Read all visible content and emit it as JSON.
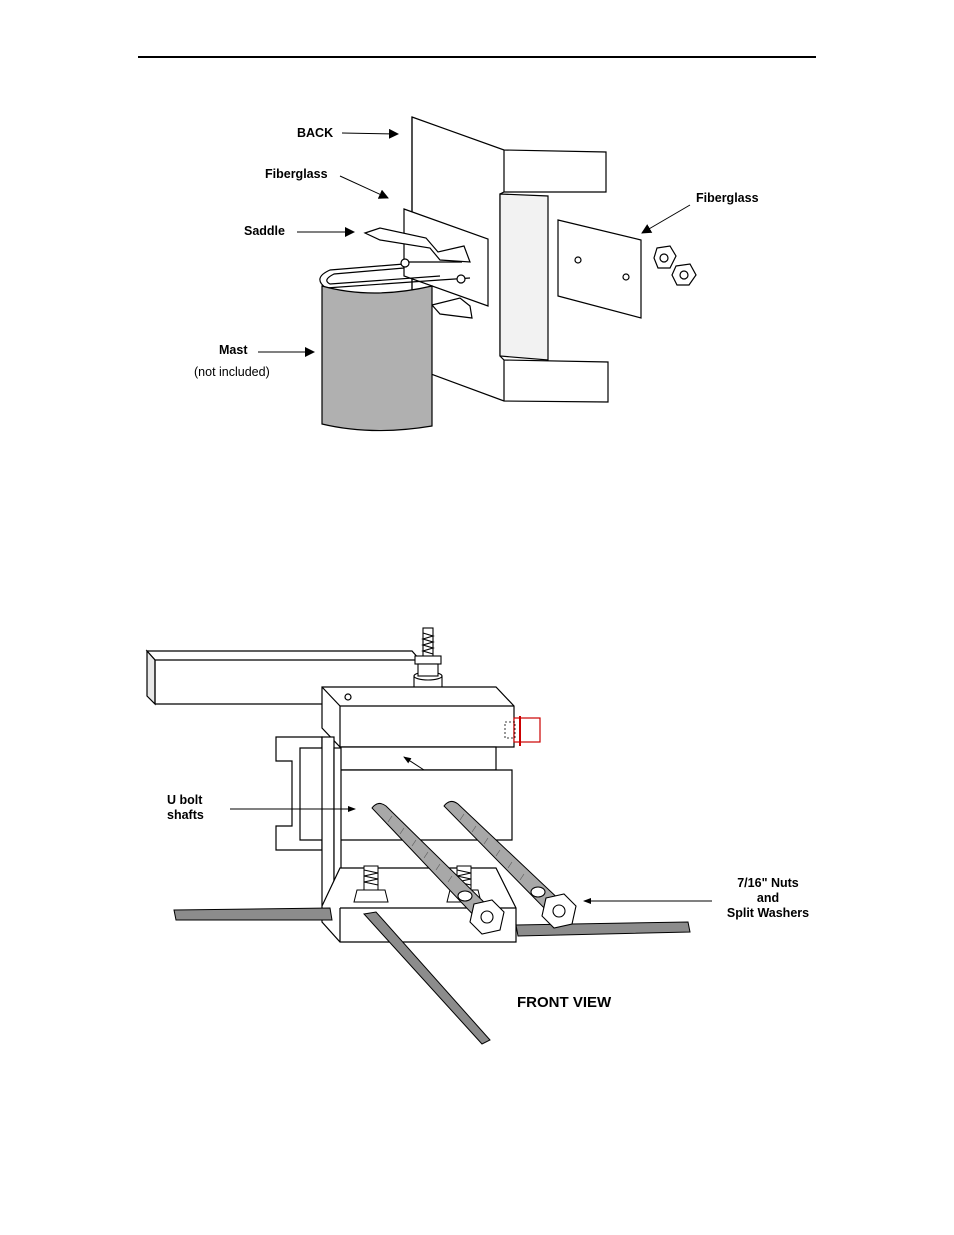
{
  "diagram_top": {
    "labels": {
      "back": "BACK",
      "fiberglass_left": "Fiberglass",
      "fiberglass_right": "Fiberglass",
      "saddle": "Saddle",
      "mast": "Mast",
      "mast_note": "(not included)"
    }
  },
  "diagram_bottom": {
    "labels": {
      "u_bolt_line1": "U bolt",
      "u_bolt_line2": "shafts",
      "nuts_line1": "7/16\" Nuts",
      "nuts_line2": "and",
      "nuts_line3": "Split Washers",
      "view_title": "FRONT VIEW"
    }
  },
  "colors": {
    "line": "#000000",
    "mast_fill": "#b0b0b0",
    "shaft_fill": "#8c8c8c",
    "plate_fill": "#ffffff",
    "accent_red": "#cc0000"
  }
}
